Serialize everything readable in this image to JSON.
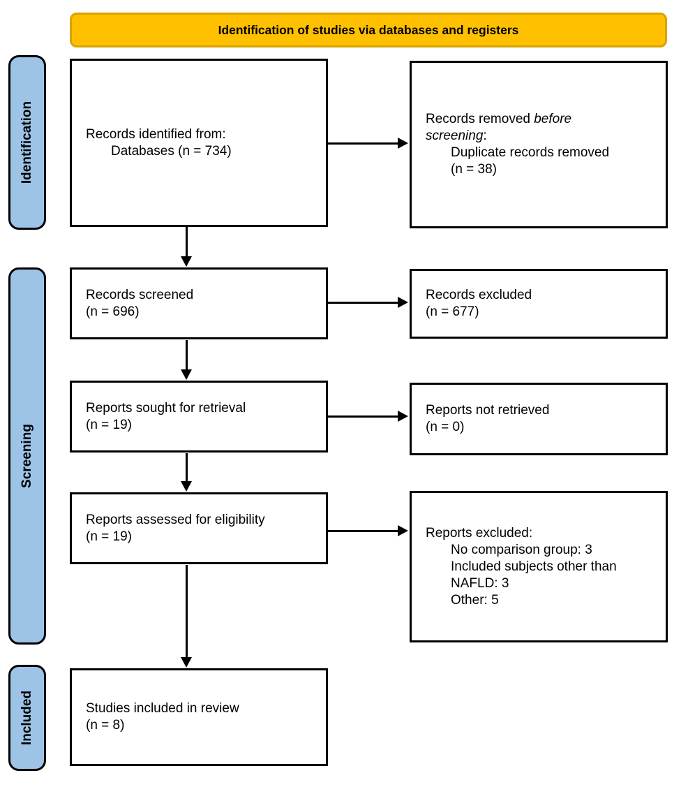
{
  "diagram": {
    "banner": {
      "title": "Identification of studies via databases and registers"
    },
    "stages": {
      "identification": "Identification",
      "screening": "Screening",
      "included": "Included"
    },
    "boxes": {
      "records_identified": {
        "line1": "Records identified from:",
        "line2": "Databases (n = 734)"
      },
      "records_removed": {
        "line1_normal": "Records removed ",
        "line1_italic": "before",
        "line2_italic": "screening",
        "line2_normal": ":",
        "line3": "Duplicate records removed",
        "line4": "(n = 38)"
      },
      "records_screened": {
        "line1": "Records screened",
        "line2": "(n = 696)"
      },
      "records_excluded": {
        "line1": "Records excluded",
        "line2": "(n = 677)"
      },
      "reports_sought": {
        "line1": "Reports sought for retrieval",
        "line2": "(n = 19)"
      },
      "reports_not_retrieved": {
        "line1": "Reports not retrieved",
        "line2": "(n = 0)"
      },
      "reports_assessed": {
        "line1": "Reports assessed for eligibility",
        "line2": "(n = 19)"
      },
      "reports_excluded": {
        "title": "Reports excluded:",
        "reasons": [
          "No comparison group: 3",
          "Included subjects other than",
          "NAFLD: 3",
          "Other: 5"
        ]
      },
      "studies_included": {
        "line1": "Studies included in review",
        "line2": "(n = 8)"
      }
    },
    "colors": {
      "banner_fill": "#FFC000",
      "banner_border": "#D9A300",
      "stage_fill": "#9DC3E6",
      "stage_border": "#000000",
      "box_border": "#000000",
      "arrow": "#000000"
    }
  }
}
